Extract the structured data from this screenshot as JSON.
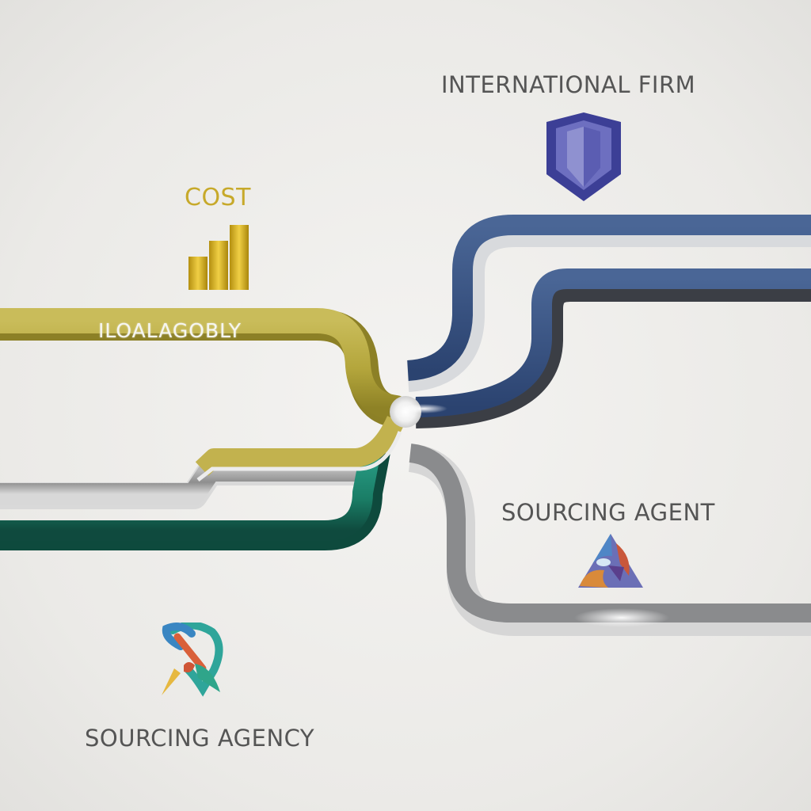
{
  "diagram": {
    "title": "",
    "nodes": [
      {
        "id": "international-firm",
        "label": "INTERNATIONAL FIRM",
        "icon": "shield-icon",
        "color": "#4a4aa0"
      },
      {
        "id": "cost",
        "label": "COST",
        "icon": "bar-chart-icon",
        "color": "#c7a92a"
      },
      {
        "id": "sourcing-agent",
        "label": "SOURCING AGENT",
        "icon": "triangle-logo-icon",
        "color": "#8a6bb0"
      },
      {
        "id": "sourcing-agency",
        "label": "SOURCING AGENCY",
        "icon": "knot-logo-icon",
        "color": "#2aa39a"
      }
    ],
    "pipe_label": "LOCAL AGENCY (garbled: \"ILOALAGOBLY\")",
    "pipe_label_rendered": "ILOALAGOBLY",
    "pipes": [
      {
        "id": "gold-pipe",
        "color": "#b7a63a",
        "from": "left",
        "to": "center"
      },
      {
        "id": "silver-left-pipe",
        "color": "#9a9a9a",
        "from": "left",
        "to": "center"
      },
      {
        "id": "teal-pipe",
        "color": "#1f8a72",
        "from": "left",
        "to": "center"
      },
      {
        "id": "blue-upper-pipe",
        "color": "#34507f",
        "from": "center",
        "to": "right"
      },
      {
        "id": "blue-lower-pipe",
        "color": "#34507f",
        "from": "center",
        "to": "right"
      },
      {
        "id": "silver-right-pipe",
        "color": "#8a8b8d",
        "from": "center",
        "to": "right"
      }
    ]
  }
}
